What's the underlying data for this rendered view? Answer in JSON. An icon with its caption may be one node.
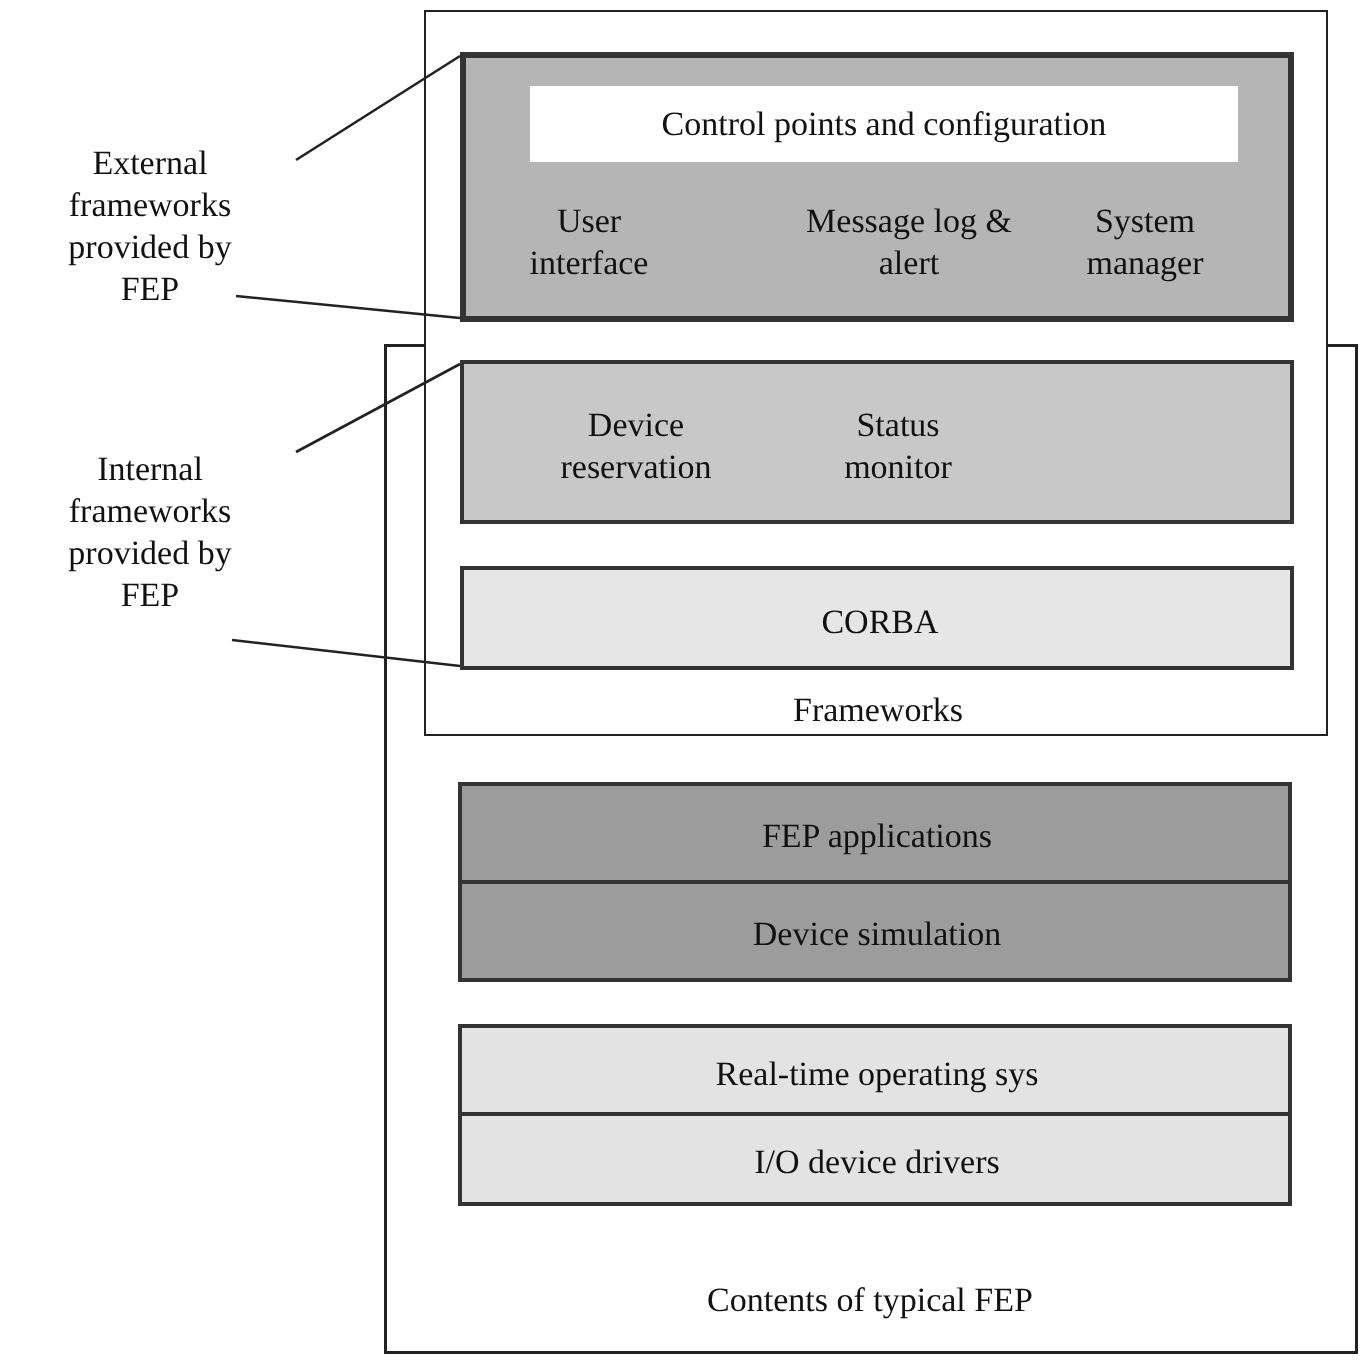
{
  "diagram": {
    "nodes": [
      {
        "text": [
          "Frameworks"
        ]
      },
      {
        "text": [
          "User interface",
          "Message log & alert",
          "System manager"
        ],
        "in": 0
      },
      {
        "text": [
          "Control points and configuration"
        ],
        "in": 1
      },
      {
        "text": [
          "Device reservation",
          "Status monitor"
        ]
      },
      {
        "text": [
          "CORBA"
        ]
      },
      {
        "text": [
          "Contents of typical FEP"
        ]
      },
      {
        "text": [
          "FEP applications"
        ],
        "in": 5
      },
      {
        "text": [
          "Device simulation"
        ],
        "in": 5
      },
      {
        "text": [
          "Real-time operating sys"
        ],
        "in": 5
      },
      {
        "text": [
          "I/O device drivers"
        ],
        "in": 5
      },
      {
        "text": [
          "External frameworks provided by FEP"
        ]
      },
      {
        "text": [
          "Internal frameworks provided by FEP"
        ]
      }
    ],
    "edges": [
      {
        "from": 10,
        "to": 1,
        "arrow": "none"
      },
      {
        "from": 10,
        "to": 1,
        "arrow": "none"
      },
      {
        "from": 11,
        "to": 3,
        "arrow": "none"
      },
      {
        "from": 11,
        "to": 4,
        "arrow": "none"
      }
    ]
  }
}
